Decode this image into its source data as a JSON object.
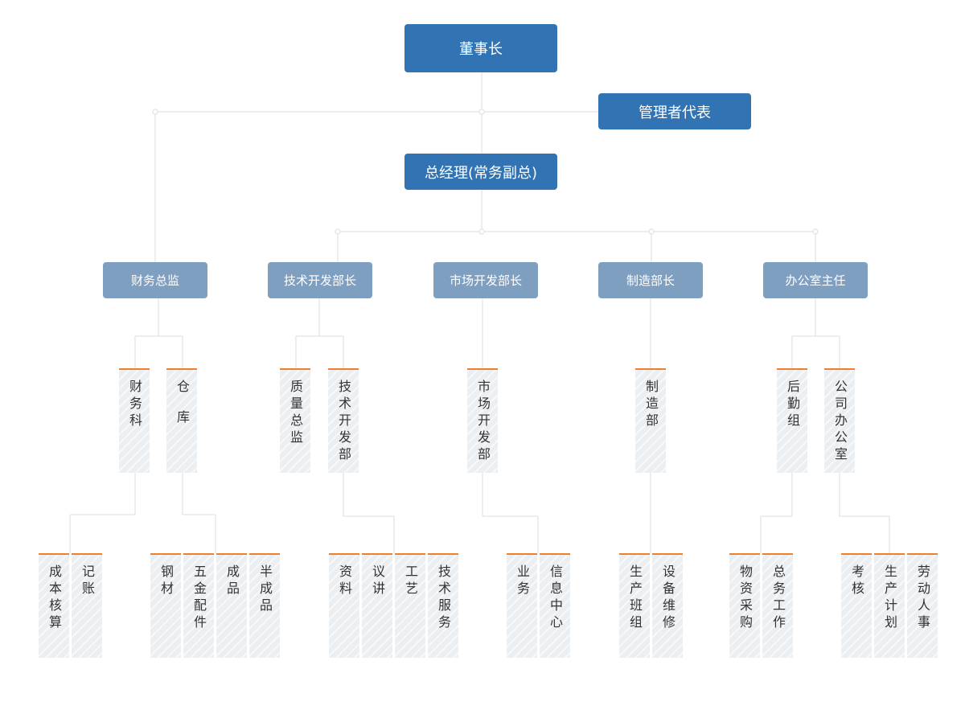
{
  "colors": {
    "top": "#3274b3",
    "mid": "#7f9fc1",
    "accent": "#ef7f2e",
    "line": "#dddddd",
    "box": "#eceff2"
  },
  "top": {
    "chairman": "董事长",
    "mgmt_rep": "管理者代表",
    "gm": "总经理(常务副总)"
  },
  "mid": [
    "财务总监",
    "技术开发部长",
    "市场开发部长",
    "制造部长",
    "办公室主任"
  ],
  "depts": [
    "财务科",
    "仓　库",
    "质量总监",
    "技术开发部",
    "市场开发部",
    "制造部",
    "后勤组",
    "公司办公室"
  ],
  "units": [
    "成本核算",
    "记账",
    "钢材",
    "五金配件",
    "成品",
    "半成品",
    "资料",
    "议讲",
    "工艺",
    "技术服务",
    "业务",
    "信息中心",
    "生产班组",
    "设备维修",
    "物资采购",
    "总务工作",
    "考核",
    "生产计划",
    "劳动人事"
  ]
}
